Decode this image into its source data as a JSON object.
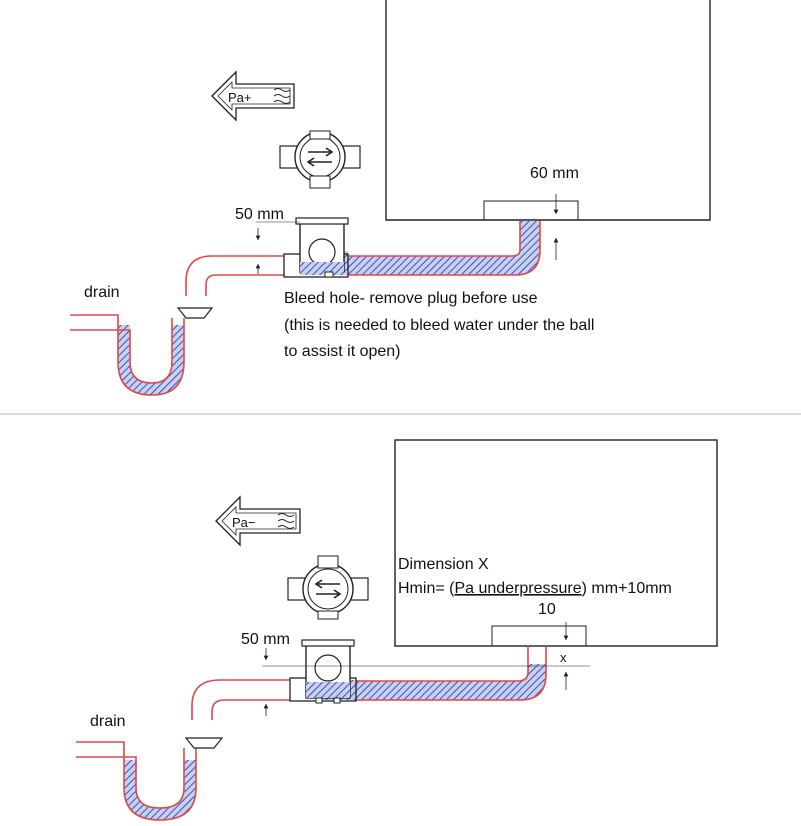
{
  "top_panel": {
    "pressure_label": "Pa+",
    "dim_trap_height": "50 mm",
    "dim_unit_offset": "60 mm",
    "drain_label": "drain",
    "note_line1": "Bleed hole- remove plug before use",
    "note_line2": "(this is needed to bleed water under the ball",
    "note_line3": "to assist it open)"
  },
  "bottom_panel": {
    "pressure_label": "Pa−",
    "dim_trap_height": "50 mm",
    "dimension_title": "Dimension X",
    "formula_prefix": "Hmin= (",
    "formula_underlined": "Pa underpressure",
    "formula_suffix": ") mm+10mm",
    "dim_offset": "10",
    "dim_x": "x",
    "drain_label": "drain"
  },
  "colors": {
    "pipe": "#e04848",
    "water": "#5468c8",
    "ink": "#222222"
  }
}
